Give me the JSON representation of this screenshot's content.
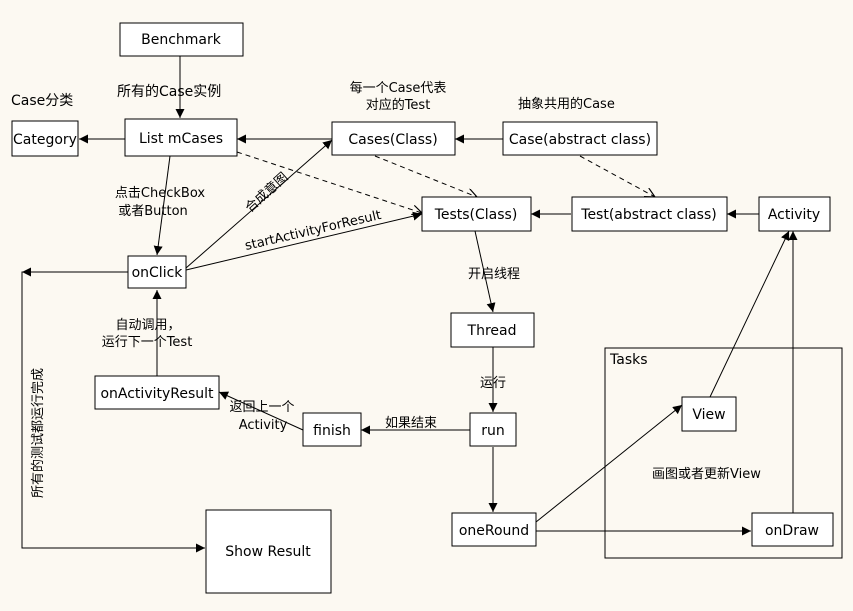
{
  "nodes": {
    "benchmark": "Benchmark",
    "category": "Category",
    "list_mcases": "List mCases",
    "cases_class": "Cases(Class)",
    "case_abstract": "Case(abstract class)",
    "tests_class": "Tests(Class)",
    "test_abstract": "Test(abstract class)",
    "activity": "Activity",
    "onclick": "onClick",
    "thread": "Thread",
    "on_activity_result": "onActivityResult",
    "finish": "finish",
    "run": "run",
    "view": "View",
    "one_round": "oneRound",
    "on_draw": "onDraw",
    "show_result": "Show Result"
  },
  "group": {
    "tasks": "Tasks"
  },
  "labels": {
    "case_category": "Case分类",
    "all_case_instances": "所有的Case实例",
    "each_case_line1": "每一个Case代表",
    "each_case_line2": "对应的Test",
    "abstract_shared_case": "抽象共用的Case",
    "click_checkbox_line1": "点击CheckBox",
    "click_checkbox_line2": "或者Button",
    "compose_intent": "合成意图",
    "start_activity_for_result": "startActivityForResult",
    "start_thread": "开启线程",
    "auto_call_line1": "自动调用，",
    "auto_call_line2": "运行下一个Test",
    "run_label": "运行",
    "return_prev_line1": "返回上一个",
    "return_prev_line2": "Activity",
    "if_finished": "如果结束",
    "draw_or_update": "画图或者更新View",
    "all_tests_done": "所有的测试都运行完成"
  }
}
